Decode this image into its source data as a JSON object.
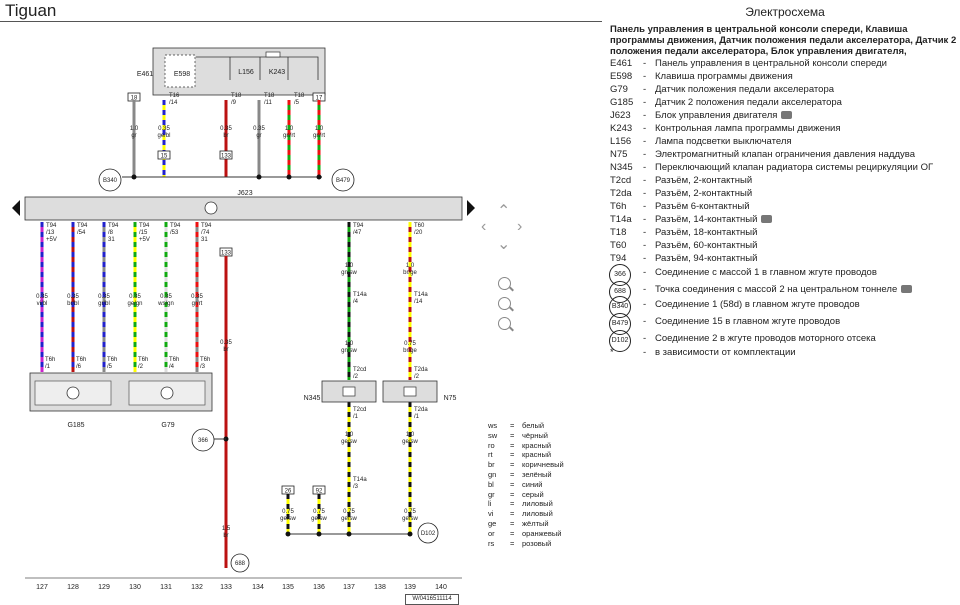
{
  "page": {
    "title": "Tiguan",
    "panel_title": "Электросхема",
    "heading": "Панель управления в центральной консоли спереди, Клавиша программы движения, Датчик положения педали акселератора, Датчик 2 положения педали акселератора, Блок управления двигателя, Электромагнитный клапан ограничения давления наддува, Переключающий клапан радиатора системы рециркуляции ОГ",
    "ref": "W/0416511114"
  },
  "legend": [
    {
      "code": "E461",
      "desc": "Панель управления в центральной консоли спереди"
    },
    {
      "code": "E598",
      "desc": "Клавиша программы движения"
    },
    {
      "code": "G79",
      "desc": "Датчик положения педали акселератора"
    },
    {
      "code": "G185",
      "desc": "Датчик 2 положения педали акселератора"
    },
    {
      "code": "J623",
      "desc": "Блок управления двигателя",
      "camera": true
    },
    {
      "code": "K243",
      "desc": "Контрольная лампа программы движения"
    },
    {
      "code": "L156",
      "desc": "Лампа подсветки выключателя"
    },
    {
      "code": "N75",
      "desc": "Электромагнитный клапан ограничения давления наддува"
    },
    {
      "code": "N345",
      "desc": "Переключающий клапан радиатора системы рециркуляции ОГ"
    },
    {
      "code": "T2cd",
      "desc": "Разъём, 2-контактный"
    },
    {
      "code": "T2da",
      "desc": "Разъём, 2-контактный"
    },
    {
      "code": "T6h",
      "desc": "Разъём 6-контактный"
    },
    {
      "code": "T14a",
      "desc": "Разъём, 14-контактный",
      "camera": true
    },
    {
      "code": "T18",
      "desc": "Разъём, 18-контактный"
    },
    {
      "code": "T60",
      "desc": "Разъём, 60-контактный"
    },
    {
      "code": "T94",
      "desc": "Разъём, 94-контактный"
    },
    {
      "code": "366",
      "desc": "Соединение с массой 1 в главном жгуте проводов",
      "circle": true
    },
    {
      "code": "688",
      "desc": "Точка соединения с массой 2 на центральном тоннеле",
      "circle": true,
      "camera": true
    },
    {
      "code": "B340",
      "desc": "Соединение 1 (58d) в главном жгуте проводов",
      "circle": true
    },
    {
      "code": "B479",
      "desc": "Соединение 15 в главном жгуте проводов",
      "circle": true
    },
    {
      "code": "D102",
      "desc": "Соединение 2 в жгуте проводов моторного отсека",
      "circle": true
    },
    {
      "code": "*",
      "desc": "в зависимости от комплектации"
    }
  ],
  "color_key": [
    {
      "abbr": "ws",
      "name": "белый"
    },
    {
      "abbr": "sw",
      "name": "чёрный"
    },
    {
      "abbr": "ro",
      "name": "красный"
    },
    {
      "abbr": "rt",
      "name": "красный"
    },
    {
      "abbr": "br",
      "name": "коричневый"
    },
    {
      "abbr": "gn",
      "name": "зелёный"
    },
    {
      "abbr": "bl",
      "name": "синий"
    },
    {
      "abbr": "gr",
      "name": "серый"
    },
    {
      "abbr": "li",
      "name": "лиловый"
    },
    {
      "abbr": "vi",
      "name": "лиловый"
    },
    {
      "abbr": "ge",
      "name": "жёлтый"
    },
    {
      "abbr": "or",
      "name": "оранжевый"
    },
    {
      "abbr": "rs",
      "name": "розовый"
    }
  ],
  "diagram": {
    "components": {
      "E461": "E461",
      "E598": "E598",
      "L156": "L156",
      "K243": "K243",
      "J623": "J623",
      "G185": "G185",
      "G79": "G79",
      "N345": "N345",
      "N75": "N75"
    },
    "grounds": {
      "g366": "366",
      "g688": "688",
      "B340": "B340",
      "B479": "B479",
      "D102": "D102"
    },
    "columns": [
      "127",
      "128",
      "129",
      "130",
      "131",
      "132",
      "133",
      "134",
      "135",
      "136",
      "137",
      "138",
      "139",
      "140"
    ],
    "top_wires": [
      {
        "box": "18",
        "pin": "",
        "size": "1.0",
        "color": "gr",
        "colors": [
          "#888"
        ]
      },
      {
        "box": "",
        "pin": "T16\n/14",
        "size": "0.35",
        "color": "ge/bl",
        "colors": [
          "#ff0",
          "#22c"
        ],
        "bottom_box": "15"
      },
      {
        "box": "",
        "pin": "T18\n/9",
        "size": "0.35",
        "color": "br",
        "colors": [
          "#b11"
        ],
        "bottom_box": "133"
      },
      {
        "box": "",
        "pin": "T18\n/11",
        "size": "0.35",
        "color": "gr",
        "colors": [
          "#888"
        ]
      },
      {
        "box": "",
        "pin": "T18\n/5",
        "size": "1.0",
        "color": "gn/rt",
        "colors": [
          "#1a1",
          "#e11"
        ]
      },
      {
        "box": "17",
        "pin": "",
        "size": "1.0",
        "color": "gn/rt",
        "colors": [
          "#1a1",
          "#e11"
        ]
      }
    ],
    "sensor_wires": [
      {
        "pin": "T94\n/13\n+5V",
        "size": "0.35",
        "color": "vi/bl",
        "colors": [
          "#c2c",
          "#22c"
        ],
        "bpin": "T6h\n/1"
      },
      {
        "pin": "T94\n/54",
        "size": "0.35",
        "color": "br/bl",
        "colors": [
          "#b11",
          "#22c"
        ],
        "bpin": "T6h\n/6"
      },
      {
        "pin": "T94\n/8\n31",
        "size": "0.35",
        "color": "gr/bl",
        "colors": [
          "#888",
          "#22c"
        ],
        "bpin": "T6h\n/5"
      },
      {
        "pin": "T94\n/15\n+5V",
        "size": "0.35",
        "color": "ge/gn",
        "colors": [
          "#ff0",
          "#1a1"
        ],
        "bpin": "T6h\n/2"
      },
      {
        "pin": "T94\n/53",
        "size": "0.35",
        "color": "ws/gn",
        "colors": [
          "#ddd",
          "#1a1"
        ],
        "bpin": "T6h\n/4"
      },
      {
        "pin": "T94\n/74\n31",
        "size": "0.35",
        "color": "gr/rt",
        "colors": [
          "#888",
          "#e11"
        ],
        "bpin": "T6h\n/3"
      }
    ],
    "center_wire": {
      "box": "133",
      "size": "0.35",
      "color": "br",
      "size2": "1.5",
      "color2": "br"
    },
    "valve_wires": [
      {
        "pin": "T94\n/47",
        "size": "1.0",
        "color": "gn/sw",
        "t14": "T14a\n/4",
        "size2": "1.0",
        "color2": "gn/sw",
        "t2": "T2cd\n/2",
        "t2b": "T2cd\n/1",
        "size3": "1.0",
        "color3": "ge/sw",
        "t14b": "T14a\n/3",
        "size4": "0.75",
        "color4": "ge/sw"
      },
      {
        "pin": "T60\n/20",
        "size": "1.0",
        "color": "br/ge",
        "t14": "T14a\n/14",
        "size2": "0.75",
        "color2": "br/ge",
        "t2": "T2da\n/2",
        "t2b": "T2da\n/1",
        "size3": "1.0",
        "color3": "ge/sw",
        "size4": "0.75",
        "color4": "ge/sw"
      }
    ],
    "bottom_small": [
      {
        "box": "26",
        "size": "0.75",
        "color": "ge/sw"
      },
      {
        "box": "92",
        "size": "0.75",
        "color": "ge/sw"
      }
    ]
  }
}
